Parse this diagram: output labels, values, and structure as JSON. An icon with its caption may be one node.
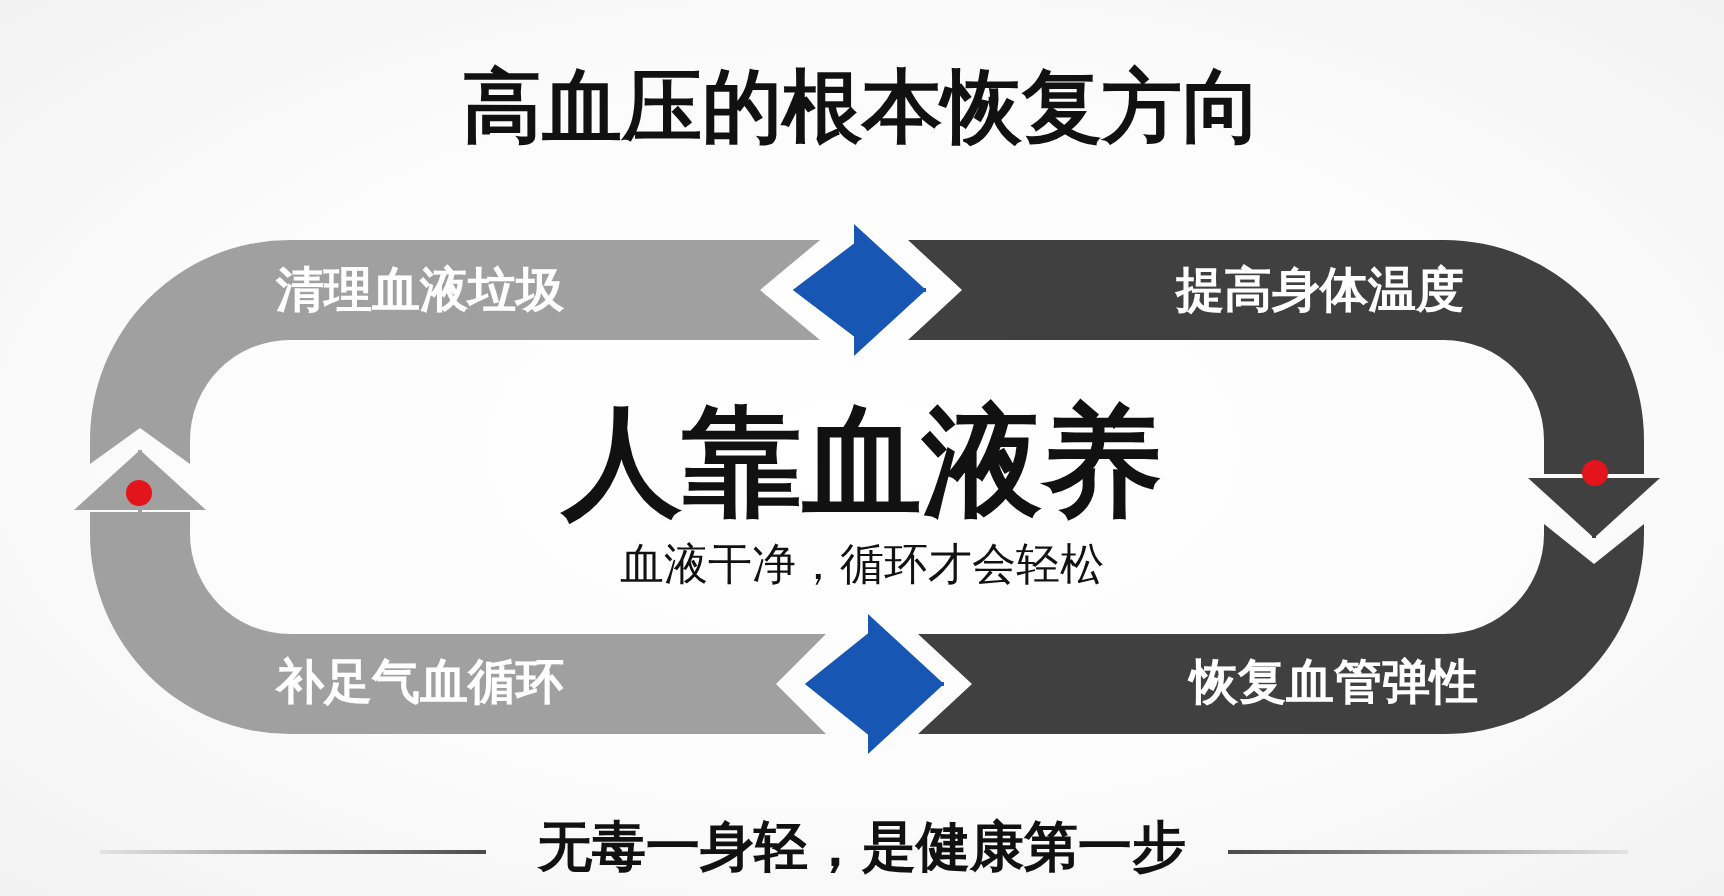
{
  "diagram": {
    "title": "高血压的根本恢复方向",
    "caption": "无毒一身轻，是健康第一步",
    "nodes": [
      {
        "text": [
          "清理血液垃圾"
        ]
      },
      {
        "text": [
          "提高身体温度"
        ]
      },
      {
        "text": [
          "补足气血循环"
        ]
      },
      {
        "text": [
          "恢复血管弹性"
        ]
      }
    ],
    "edges": [
      {
        "from": 0,
        "to": 1,
        "arrow": "to"
      },
      {
        "from": 1,
        "to": 3,
        "arrow": "to",
        "color": "#404040"
      },
      {
        "from": 2,
        "to": 3,
        "arrow": "to"
      },
      {
        "from": 2,
        "to": 0,
        "arrow": "to",
        "color": "#a0a0a0"
      }
    ],
    "labels": [
      "人靠血液养",
      "血液干净，循环才会轻松"
    ]
  }
}
